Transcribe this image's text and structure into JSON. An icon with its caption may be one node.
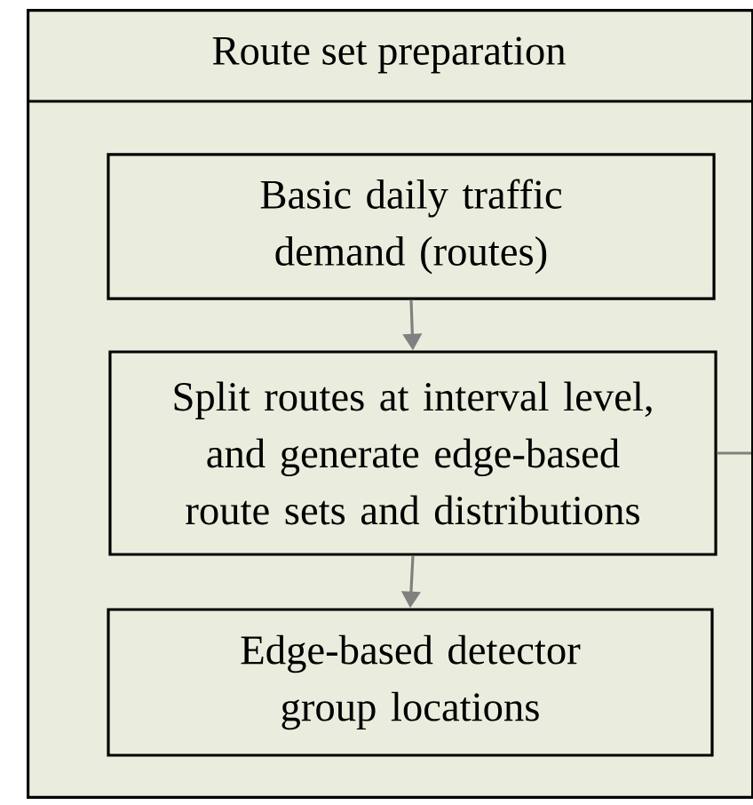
{
  "diagram": {
    "nodes": [
      {
        "text": [
          "Route set preparation"
        ]
      },
      {
        "text": [
          "Basic daily traffic demand (routes)"
        ],
        "in": 0
      },
      {
        "text": [
          "Split routes at interval level, and generate edge-based route sets and distributions"
        ],
        "in": 0
      },
      {
        "text": [
          "Edge-based detector group locations"
        ],
        "in": 0
      }
    ],
    "edges": [
      {
        "from": 1,
        "to": 2,
        "arrow": "to"
      },
      {
        "from": 2,
        "to": 3,
        "arrow": "to"
      },
      {
        "from": 2,
        "to": null,
        "arrow": "none"
      }
    ]
  }
}
